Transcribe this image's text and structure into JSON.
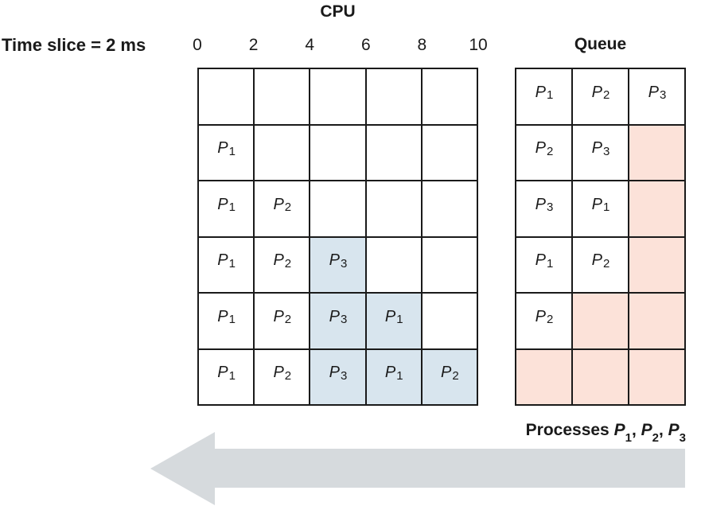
{
  "colors": {
    "cpu_highlight": "#d8e5ee",
    "queue_highlight": "#fce2d9",
    "arrow": "#d6dadd",
    "grid_line": "#1a1a1a",
    "text": "#1a1a1a"
  },
  "labels": {
    "cpu_title": "CPU",
    "time_slice": "Time slice = 2 ms",
    "queue_title": "Queue",
    "processes_prefix": "Processes "
  },
  "time_ticks": [
    "0",
    "2",
    "4",
    "6",
    "8",
    "10"
  ],
  "process_items": [
    "P1",
    "P2",
    "P3"
  ],
  "arrow": {
    "direction": "left"
  },
  "cpu_grid": {
    "columns": 5,
    "rows": [
      [
        {},
        {},
        {},
        {},
        {}
      ],
      [
        {
          "label": "P1"
        },
        {},
        {},
        {},
        {}
      ],
      [
        {
          "label": "P1"
        },
        {
          "label": "P2"
        },
        {},
        {},
        {}
      ],
      [
        {
          "label": "P1"
        },
        {
          "label": "P2"
        },
        {
          "label": "P3",
          "shaded": true
        },
        {},
        {}
      ],
      [
        {
          "label": "P1"
        },
        {
          "label": "P2"
        },
        {
          "label": "P3",
          "shaded": true
        },
        {
          "label": "P1",
          "shaded": true
        },
        {}
      ],
      [
        {
          "label": "P1"
        },
        {
          "label": "P2"
        },
        {
          "label": "P3",
          "shaded": true
        },
        {
          "label": "P1",
          "shaded": true
        },
        {
          "label": "P2",
          "shaded": true
        }
      ]
    ]
  },
  "queue_grid": {
    "columns": 3,
    "rows": [
      [
        {
          "label": "P1"
        },
        {
          "label": "P2"
        },
        {
          "label": "P3"
        }
      ],
      [
        {
          "label": "P2"
        },
        {
          "label": "P3"
        },
        {
          "shaded": true
        }
      ],
      [
        {
          "label": "P3"
        },
        {
          "label": "P1"
        },
        {
          "shaded": true
        }
      ],
      [
        {
          "label": "P1"
        },
        {
          "label": "P2"
        },
        {
          "shaded": true
        }
      ],
      [
        {
          "label": "P2"
        },
        {
          "shaded": true
        },
        {
          "shaded": true
        }
      ],
      [
        {
          "shaded": true
        },
        {
          "shaded": true
        },
        {
          "shaded": true
        }
      ]
    ]
  }
}
